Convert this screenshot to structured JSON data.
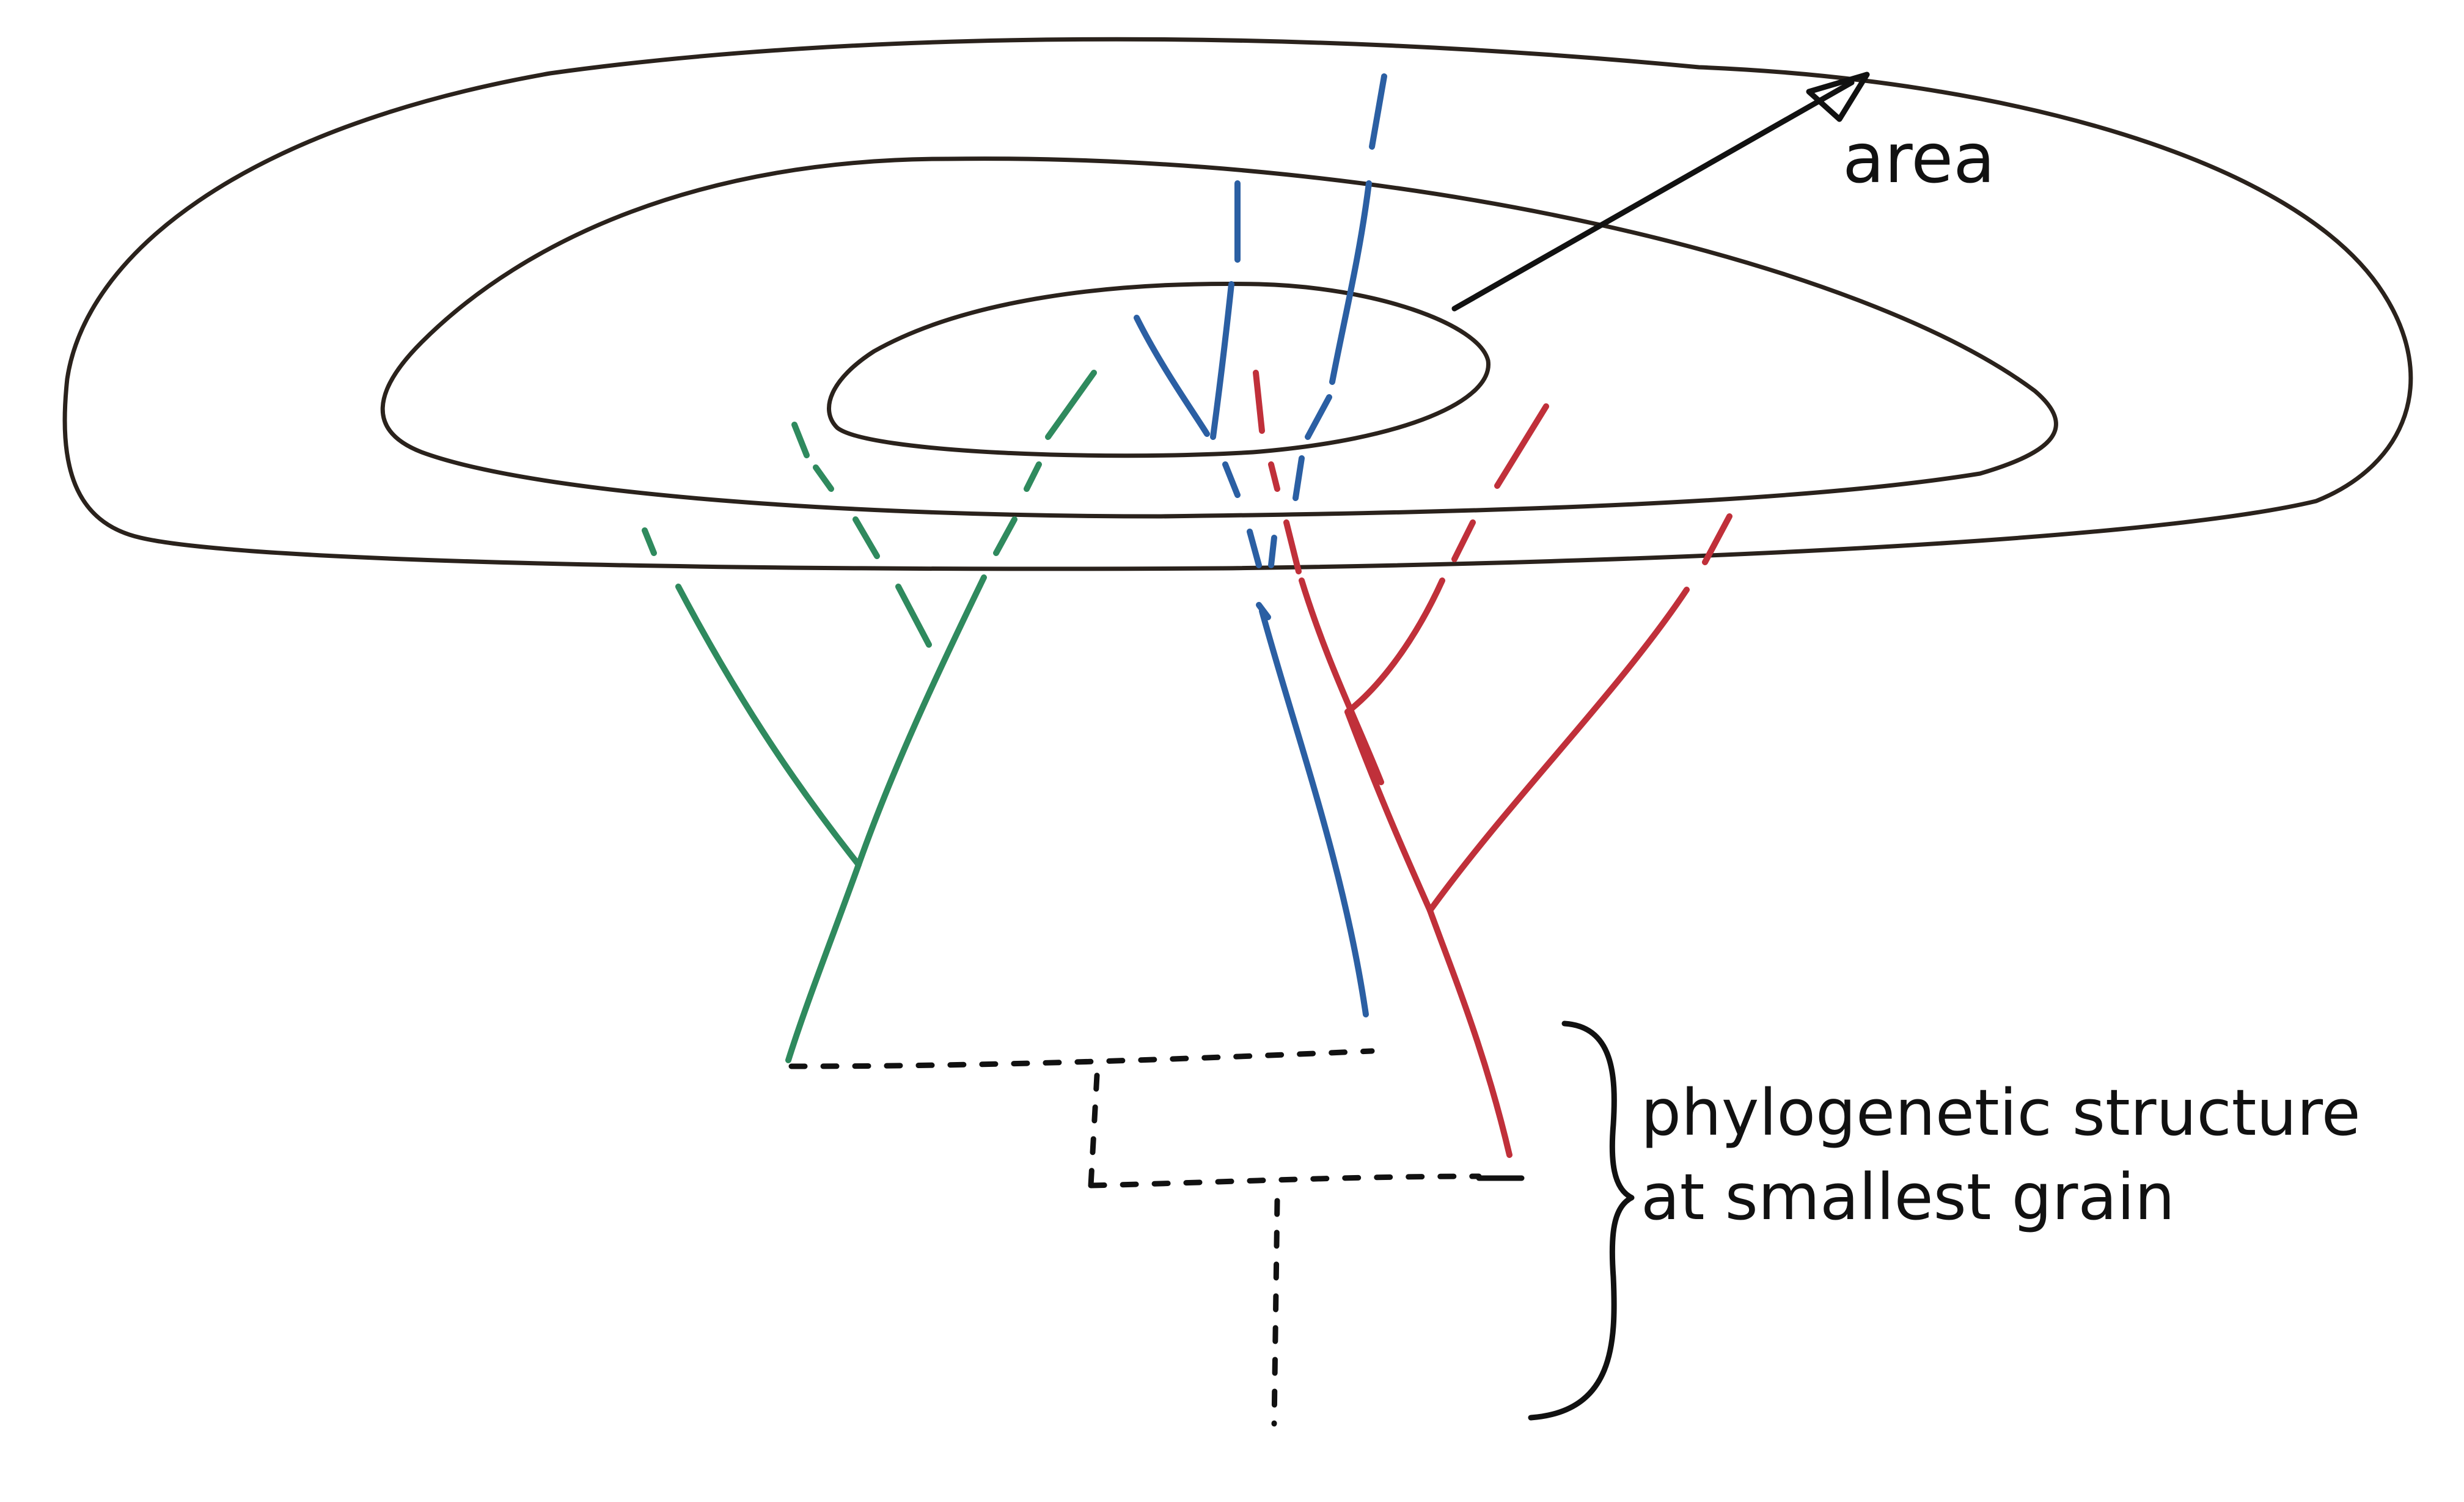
{
  "labels": {
    "area": "area",
    "phylo_line1": "phylogenetic structure",
    "phylo_line2": "at smallest grain"
  },
  "colors": {
    "contour": "#2a221c",
    "green": "#2f8a5e",
    "blue": "#2b5fa3",
    "red": "#c0303a",
    "dashed": "#111111"
  },
  "icons": {
    "arrow": "arrow-icon",
    "brace": "curly-brace-icon"
  }
}
